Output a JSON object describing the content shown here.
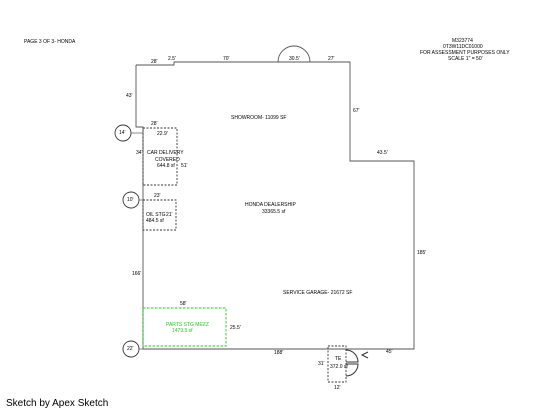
{
  "header": {
    "page_label": "PAGE 3 OF 3- HONDA",
    "id_line": "M323774",
    "parcel_line": "0T3W11DC01000",
    "purpose_line": "FOR ASSESSMENT PURPOSES ONLY",
    "scale_line": "SCALE 1\" = 50'"
  },
  "areas": {
    "showroom": "SHOWROOM- 11099 SF",
    "dealership_name": "HONDA DEALERSHIP",
    "dealership_area": "33365.5 sf",
    "service_garage": "SERVICE GARAGE- 21672 SF",
    "car_delivery_line1": "CAR DELIVERY",
    "car_delivery_line2": "COVERED",
    "car_delivery_area": "644.8 sf",
    "oil_storage": "OIL STG",
    "oil_storage_area": "484.5 sf",
    "parts_storage": "PARTS STG MEZZ",
    "parts_storage_area": "1479.5 sf",
    "te": "TE",
    "te_area": "372.0 sf"
  },
  "dimensions": {
    "top_left": "28'",
    "top_step": "2.5'",
    "top_70": "70'",
    "arc": "30.5'",
    "top_27": "27'",
    "left_43": "43'",
    "right_67": "67'",
    "step_43_5": "43.5'",
    "right_long": "185'",
    "bottom_188": "188'",
    "bottom_45": "45'",
    "cd_top": "28'",
    "cd_inner": "22.9'",
    "cd_left": "34'",
    "cd_right": "51'",
    "oil_top": "23'",
    "oil_side": "21'",
    "left_166": "166'",
    "parts_top": "58'",
    "parts_side": "25.5'",
    "te_side": "31'",
    "te_bottom": "12'"
  },
  "markers": {
    "m1": "14'",
    "m2": "10'",
    "m3": "22'"
  },
  "footer": {
    "credit": "Sketch by Apex Sketch"
  },
  "colors": {
    "line": "#555555",
    "parts_accent": "#22cc22"
  }
}
